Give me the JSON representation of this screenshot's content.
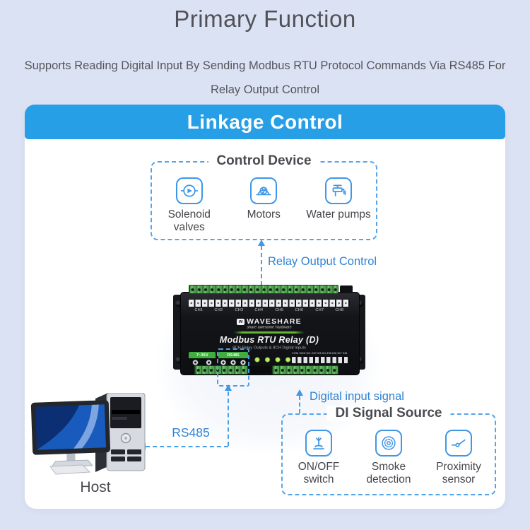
{
  "page": {
    "title": "Primary Function",
    "subtitle": "Supports Reading Digital Input By Sending Modbus RTU Protocol Commands Via RS485 For Relay Output Control"
  },
  "linkage": {
    "header": "Linkage Control"
  },
  "control_device": {
    "title": "Control Device",
    "items": [
      {
        "label": "Solenoid valves",
        "icon": "solenoid-valve-icon"
      },
      {
        "label": "Motors",
        "icon": "motor-icon"
      },
      {
        "label": "Water pumps",
        "icon": "water-pump-icon"
      }
    ]
  },
  "di_source": {
    "title": "DI Signal Source",
    "items": [
      {
        "label": "ON/OFF switch",
        "icon": "knife-switch-icon"
      },
      {
        "label": "Smoke detection",
        "icon": "smoke-detector-icon"
      },
      {
        "label": "Proximity sensor",
        "icon": "proximity-sensor-icon"
      }
    ]
  },
  "annotations": {
    "relay_output_control": "Relay Output Control",
    "digital_input_signal": "Digital input signal",
    "rs485": "RS485",
    "host": "Host"
  },
  "device": {
    "brand": "WAVESHARE",
    "tagline": "share awesome hardware",
    "model": "Modbus RTU Relay (D)",
    "description": "8CH Relay Outputs & 8CH Digital Inputs",
    "channels": [
      "CH1",
      "CH2",
      "CH3",
      "CH4",
      "CH5",
      "CH6",
      "CH7",
      "CH8"
    ],
    "power_terminal": "7~36V",
    "rs485_terminal": "RS485",
    "di_terminals": "COM GND DI1 DI2 DI3 DI4 DI5 DI6 DI7 DI8",
    "logo_mark": "w"
  },
  "colors": {
    "page_bg": "#dbe2f3",
    "card_bg": "#ffffff",
    "header_bg": "#279fe6",
    "accent_blue": "#3f97e6",
    "dashed_blue": "#4aa0e8",
    "label_blue": "#2f82d5",
    "text_gray": "#4b4c51",
    "terminal_green": "#4f9f4f",
    "led_green": "#8fd14f",
    "swoosh_green": "#5fb52e"
  }
}
